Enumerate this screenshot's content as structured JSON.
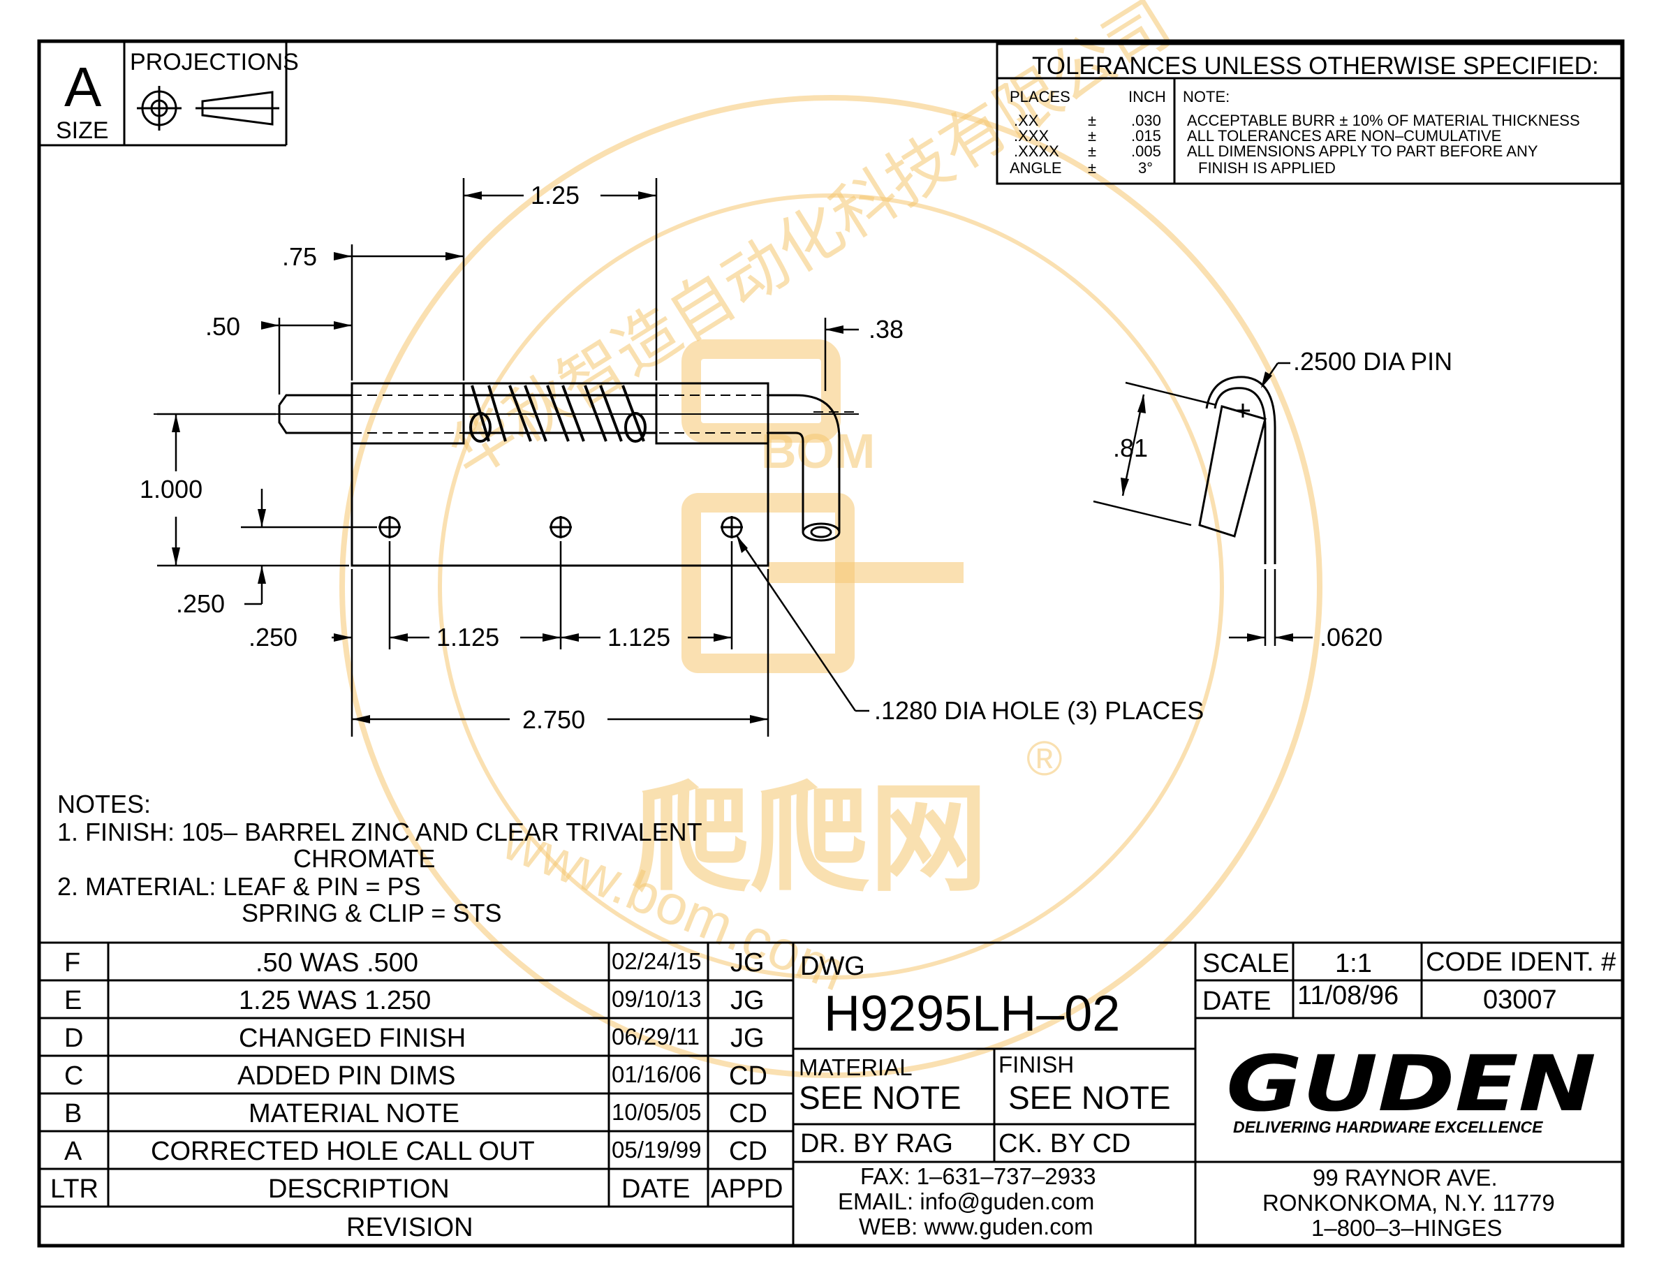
{
  "size_block": {
    "letter": "A",
    "label": "SIZE",
    "projections_label": "PROJECTIONS"
  },
  "tolerances": {
    "title": "TOLERANCES UNLESS OTHERWISE SPECIFIED:",
    "col_places": "PLACES",
    "col_inch": "INCH",
    "col_note": "NOTE:",
    "rows": [
      {
        "places": ".XX",
        "pm": "±",
        "inch": ".030"
      },
      {
        "places": ".XXX",
        "pm": "±",
        "inch": ".015"
      },
      {
        "places": ".XXXX",
        "pm": "±",
        "inch": ".005"
      },
      {
        "places": "ANGLE",
        "pm": "±",
        "inch": "3°"
      }
    ],
    "notes": [
      "ACCEPTABLE BURR ± 10% OF MATERIAL THICKNESS",
      "ALL TOLERANCES ARE NON–CUMULATIVE",
      "ALL DIMENSIONS APPLY TO PART BEFORE ANY",
      "FINISH IS APPLIED"
    ]
  },
  "dimensions": {
    "d125": "1.25",
    "d075": ".75",
    "d050": ".50",
    "d038": ".38",
    "d1000": "1.000",
    "d0250_v": ".250",
    "d0250_h": ".250",
    "d1125_a": "1.125",
    "d1125_b": "1.125",
    "d2750": "2.750",
    "hole_callout": ".1280 DIA HOLE (3) PLACES",
    "pin_callout": ".2500 DIA PIN",
    "d081": ".81",
    "d0620": ".0620"
  },
  "notes": {
    "title": "NOTES:",
    "line1": "1. FINISH: 105– BARREL ZINC AND CLEAR TRIVALENT",
    "line1b": "CHROMATE",
    "line2": "2. MATERIAL: LEAF & PIN = PS",
    "line2b": "SPRING & CLIP = STS"
  },
  "revisions": {
    "rows": [
      {
        "ltr": "F",
        "desc": ".50 WAS .500",
        "date": "02/24/15",
        "appd": "JG"
      },
      {
        "ltr": "E",
        "desc": "1.25 WAS 1.250",
        "date": "09/10/13",
        "appd": "JG"
      },
      {
        "ltr": "D",
        "desc": "CHANGED FINISH",
        "date": "06/29/11",
        "appd": "JG"
      },
      {
        "ltr": "C",
        "desc": "ADDED PIN DIMS",
        "date": "01/16/06",
        "appd": "CD"
      },
      {
        "ltr": "B",
        "desc": "MATERIAL NOTE",
        "date": "10/05/05",
        "appd": "CD"
      },
      {
        "ltr": "A",
        "desc": "CORRECTED HOLE CALL OUT",
        "date": "05/19/99",
        "appd": "CD"
      }
    ],
    "header": {
      "ltr": "LTR",
      "desc": "DESCRIPTION",
      "date": "DATE",
      "appd": "APPD"
    },
    "footer": "REVISION"
  },
  "title_block": {
    "dwg_label": "DWG",
    "dwg_number": "H9295LH–02",
    "material_label": "MATERIAL",
    "material_value": "SEE NOTE",
    "finish_label": "FINISH",
    "finish_value": "SEE NOTE",
    "drawn_by": "DR. BY RAG",
    "checked_by": "CK. BY CD",
    "fax": "FAX: 1–631–737–2933",
    "email": "EMAIL: info@guden.com",
    "web": "WEB: www.guden.com",
    "scale_label": "SCALE",
    "scale_value": "1:1",
    "code_label": "CODE IDENT. #",
    "date_label": "DATE",
    "date_value": "11/08/96",
    "code_value": "03007",
    "logo": "GUDEN",
    "slogan": "DELIVERING HARDWARE EXCELLENCE",
    "address1": "99 RAYNOR AVE.",
    "address2": "RONKONKOMA, N.Y. 11779",
    "address3": "1–800–3–HINGES"
  },
  "watermark": {
    "brand": "BOM",
    "cn_name": "华秋智造自动化科技有限公司",
    "cn_brand": "爬爬网",
    "url": "www.bom.com",
    "reg": "®"
  },
  "colors": {
    "line": "#000000",
    "watermark": "#f5c771"
  }
}
